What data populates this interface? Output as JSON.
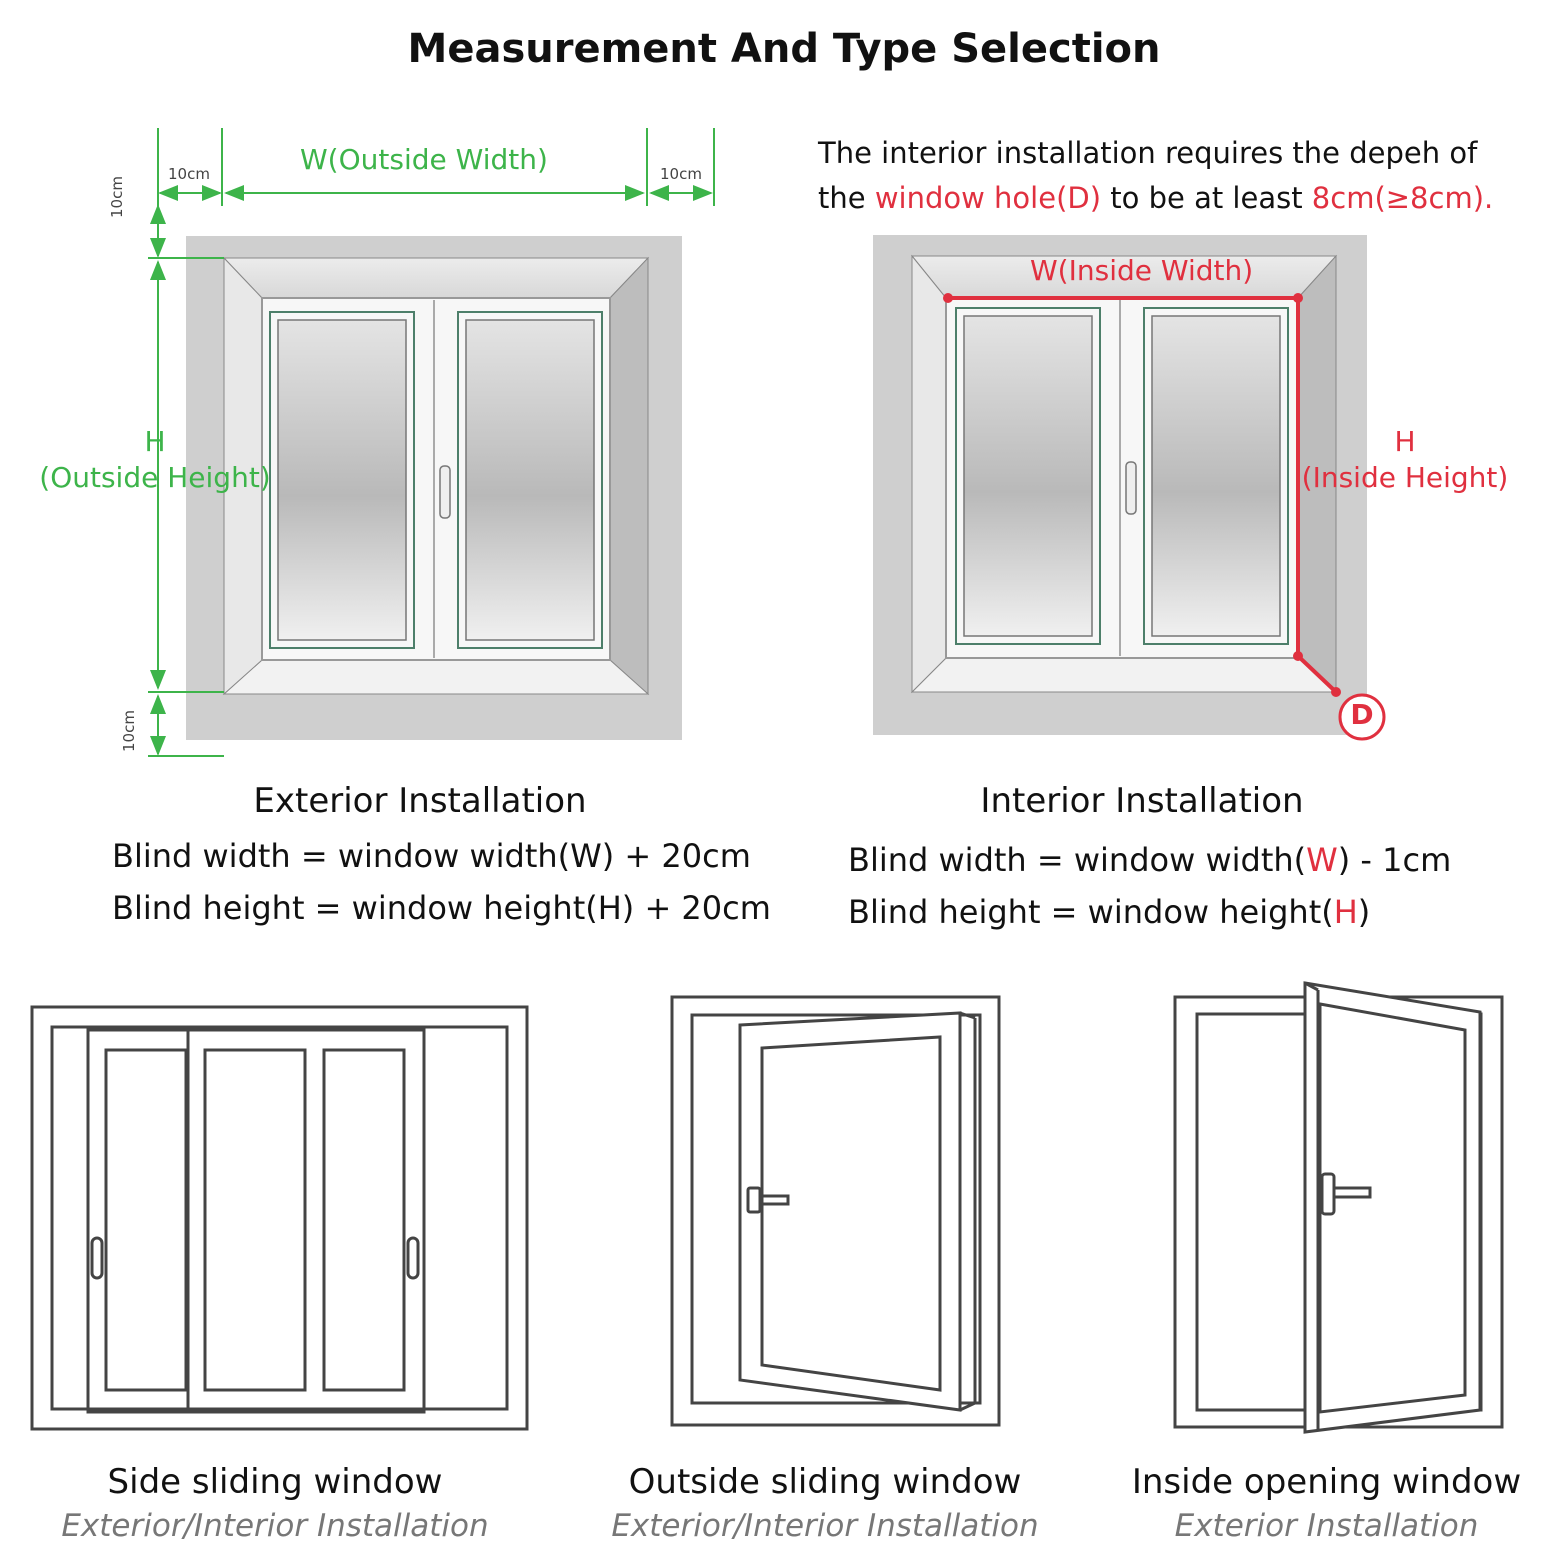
{
  "title": "Measurement And Type Selection",
  "note": {
    "line1": "The interior installation requires the depeh of",
    "line2_pre": "the ",
    "line2_hole": "window hole(D)",
    "line2_mid": " to be at least ",
    "line2_value": "8cm(≥8cm)."
  },
  "exterior": {
    "dims": {
      "top_left": "10cm",
      "top_right": "10cm",
      "left_top": "10cm",
      "left_bottom": "10cm",
      "width": "W(Outside Width)",
      "height_symbol": "H",
      "height_label": "(Outside Height)"
    },
    "heading": "Exterior Installation",
    "formula_width": "Blind width = window width(W) + 20cm",
    "formula_height": "Blind height = window height(H) + 20cm"
  },
  "interior": {
    "dims": {
      "width": "W(Inside Width)",
      "height_symbol": "H",
      "height_label": "(Inside Height)",
      "depth_marker": "D"
    },
    "heading": "Interior Installation",
    "formula_width_pre": "Blind width = window width(",
    "formula_width_sym": "W",
    "formula_width_post": ") - 1cm",
    "formula_height_pre": "Blind height = window height(",
    "formula_height_sym": "H",
    "formula_height_post": ")"
  },
  "types": [
    {
      "name": "Side sliding window",
      "installation": "Exterior/Interior Installation"
    },
    {
      "name": "Outside sliding window",
      "installation": "Exterior/Interior Installation"
    },
    {
      "name": "Inside opening window",
      "installation": "Exterior Installation"
    }
  ],
  "colors": {
    "green": "#3db44a",
    "red": "#e0303f",
    "wall": "#cfcfcf",
    "frame": "#555555"
  }
}
